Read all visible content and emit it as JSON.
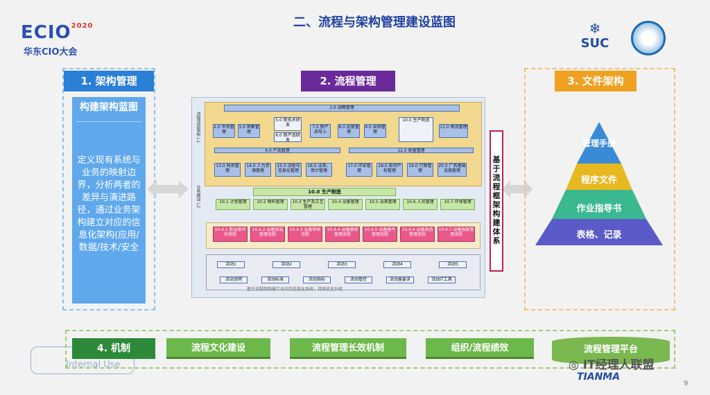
{
  "title": "二、流程与架构管理建设蓝图",
  "logos": {
    "ecio": "ECIO",
    "ecio_year": "2020",
    "ecio_sub": "华东CIO大会",
    "suc": "SUC"
  },
  "sections": {
    "architecture": {
      "header": "1. 架构管理",
      "panel_title": "构建架构蓝图",
      "panel_body": "定义现有系统与业务的映射边界，分析两者的差异与演进路径，通过业务架构建立对应的信息化架构(应用/数据/技术/安全"
    },
    "process": {
      "header": "2. 流程管理"
    },
    "documents": {
      "header": "3. 文件架构",
      "levels": [
        "管理手册",
        "程序文件",
        "作业指导书",
        "表格、记录"
      ]
    }
  },
  "process_diagram": {
    "l1_side": "流程顶层架构 L1",
    "l2_side": "业务模块 L2",
    "top_bar": "1.0 战略管理",
    "row1": [
      "2.0 市场管理",
      "3.0 销售管理",
      "5.0 新技术研发",
      "6.0 新产品研发",
      "7.0 新产品导入",
      "8.0 运营管理",
      "9.0 采购管理",
      "10.0 生产制造",
      "11.0 物流管理"
    ],
    "bar_left": "4.0 产品管理",
    "bar_right": "12.0 质量管理",
    "row2": [
      "13.0 财务管理",
      "14.0 人力资源管理",
      "15.0 流程与信息化管理",
      "16.0 法务、审计管理",
      "17.0 环安管理",
      "18.0 知识产权管理",
      "19.0 行政管理",
      "20.0 厂务基础设施管理"
    ],
    "l2_title": "10.0 生产制造",
    "l2_items": [
      "10.1 计划管理",
      "10.2 物料管理",
      "10.3 生产及工艺管理",
      "10.4 设备管理",
      "10.5 治具管理",
      "10.6 人员管理",
      "10.7 环境管理"
    ],
    "l3_items": [
      "10.4.1 新设备评估流程",
      "10.4.2 设备安装管理流程",
      "10.4.3 设备验收流程",
      "10.4.4 设备维修管理流程",
      "10.4.5 设备备件管理流程",
      "10.4.6 设备改造管理流程",
      "10.4.7 设备报废管理流程"
    ],
    "activities": [
      "活动1",
      "活动2",
      "活动3",
      "活动4",
      "活动5"
    ],
    "activity_outputs": [
      "活动说明",
      "活动标准",
      "活动指标",
      "活动管控",
      "活动量要求",
      "活动IT工具"
    ],
    "caption": "基于流程架构建立对应的信息化系统，持续优化升级"
  },
  "vertical_label": "基于流程框架构建体系",
  "mechanism": {
    "header": "4. 机制",
    "items": [
      "流程文化建设",
      "流程管理长效机制",
      "组织/流程绩效"
    ],
    "platform": "流程管理平台"
  },
  "watermark": {
    "internal": "Internal Use",
    "wechat": "IT经理人联盟",
    "tianma": "TIANMA",
    "page": "9"
  }
}
